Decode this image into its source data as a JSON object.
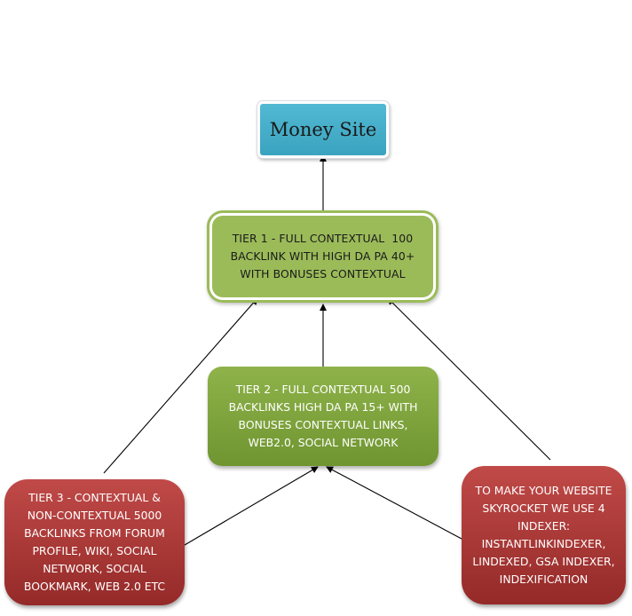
{
  "nodes": {
    "money_site": {
      "lines": [
        "Money Site"
      ]
    },
    "tier1": {
      "lines": [
        "TIER 1 - FULL CONTEXTUAL  100",
        "BACKLINK WITH HIGH DA PA 40+",
        "WITH BONUSES CONTEXTUAL"
      ]
    },
    "tier2": {
      "lines": [
        "TIER 2 - FULL CONTEXTUAL 500",
        "BACKLINKS HIGH DA PA 15+ WITH",
        "BONUSES CONTEXTUAL LINKS,",
        "WEB2.0, SOCIAL NETWORK"
      ]
    },
    "tier3": {
      "lines": [
        "TIER 3 - CONTEXTUAL &",
        "NON-CONTEXTUAL 5000",
        "BACKLINKS FROM FORUM",
        "PROFILE, WIKI, SOCIAL",
        "NETWORK, SOCIAL",
        "BOOKMARK, WEB 2.0 ETC"
      ]
    },
    "indexer": {
      "lines": [
        "TO MAKE YOUR WEBSITE",
        "SKYROCKET WE USE 4",
        "INDEXER:",
        "INSTANTLINKINDEXER,",
        "LINDEXED, GSA INDEXER,",
        "INDEXIFICATION"
      ]
    }
  },
  "colors": {
    "money_site": "#4bacc6",
    "tier1": "#9bbb59",
    "tier2": "#77933c",
    "tier3": "#a83a38",
    "arrow": "#000000"
  },
  "edges": [
    {
      "from": "tier1",
      "to": "money_site"
    },
    {
      "from": "tier2",
      "to": "tier1"
    },
    {
      "from": "tier3",
      "to": "tier1"
    },
    {
      "from": "indexer",
      "to": "tier1"
    },
    {
      "from": "tier3",
      "to": "tier2"
    },
    {
      "from": "indexer",
      "to": "tier2"
    }
  ]
}
